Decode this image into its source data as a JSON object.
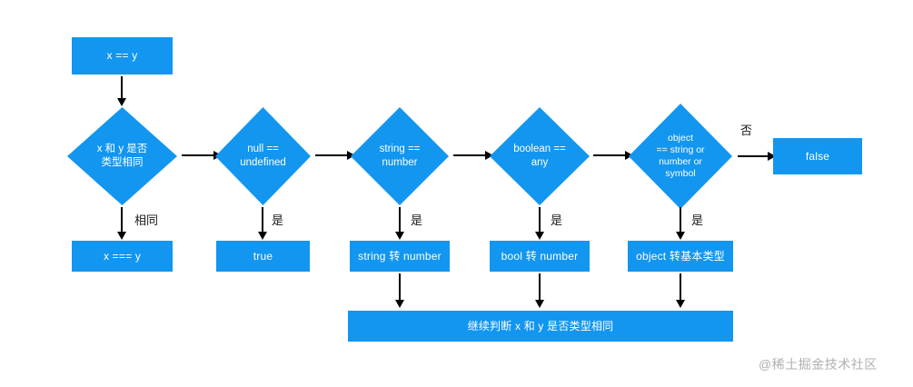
{
  "diagram": {
    "title_node": {
      "label": "x == y"
    },
    "background": "#ffffff",
    "node_color": "#1296f0",
    "node_text_color": "#ffffff",
    "arrow_color": "#000000"
  },
  "decisions": [
    {
      "label": "x 和 y 是否\n类型相同",
      "yes_label": "相同"
    },
    {
      "label": "null ==\nundefined",
      "yes_label": "是"
    },
    {
      "label": "string ==\nnumber",
      "yes_label": "是"
    },
    {
      "label": "boolean ==\nany",
      "yes_label": "是"
    },
    {
      "label": "object\n== string or\nnumber or\nsymbol",
      "yes_label": "是",
      "no_label": "否"
    }
  ],
  "results": [
    {
      "label": "x === y"
    },
    {
      "label": "true"
    },
    {
      "label": "string 转 number"
    },
    {
      "label": "bool 转 number"
    },
    {
      "label": "object 转基本类型"
    }
  ],
  "terminal": {
    "label": "false"
  },
  "footer_bar": {
    "label": "继续判断 x 和 y 是否类型相同"
  },
  "watermark": {
    "text": "@稀土掘金技术社区"
  }
}
